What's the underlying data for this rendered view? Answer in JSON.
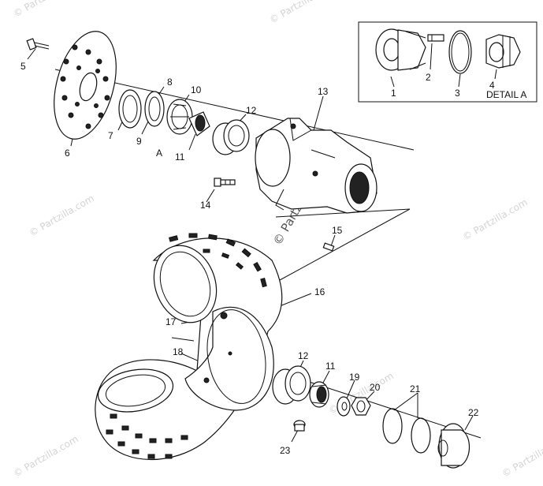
{
  "watermark": {
    "text": "© Partzilla.com"
  },
  "detail": {
    "title": "DETAIL A"
  },
  "callouts": {
    "c1": "1",
    "c2": "2",
    "c3": "3",
    "c4": "4",
    "c5": "5",
    "c6": "6",
    "c7": "7",
    "c8": "8",
    "c9": "9",
    "c10": "10",
    "c11": "11",
    "c12": "12",
    "c13": "13",
    "c14": "14",
    "c15": "15",
    "c16": "16",
    "c17": "17",
    "c18": "18",
    "c19": "19",
    "c20": "20",
    "c21": "21",
    "c22": "22",
    "c23": "23",
    "c11b": "11",
    "c12b": "12",
    "ref_a": "A"
  },
  "colors": {
    "line": "#111111",
    "watermark": "#d4d4d4",
    "background": "#ffffff"
  }
}
